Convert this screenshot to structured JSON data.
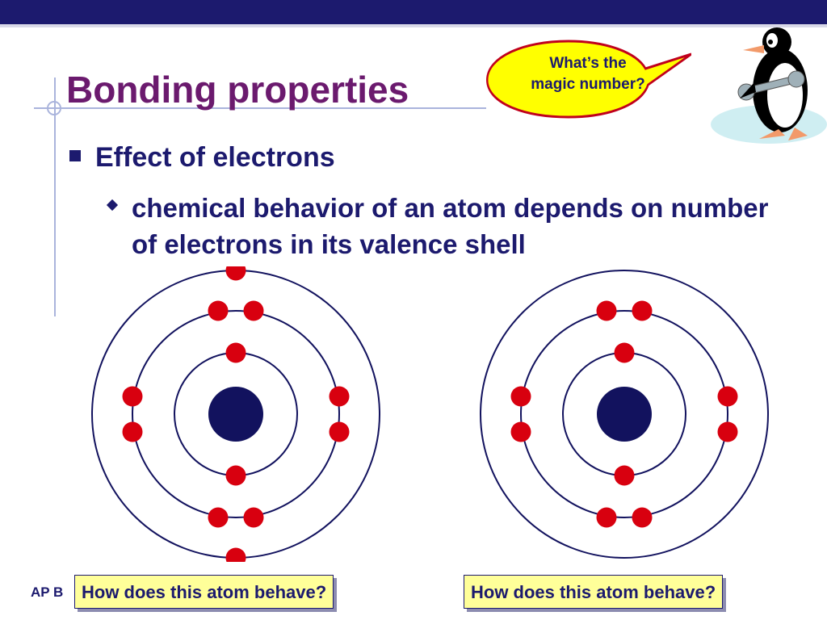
{
  "slide": {
    "title": "Bonding properties",
    "bullet_level1": "Effect of electrons",
    "bullet_level2": "chemical behavior of an atom depends on number of electrons in its valence shell",
    "speech_bubble": {
      "line1": "What’s the",
      "line2": "magic number?"
    },
    "footer": "AP B"
  },
  "atoms": [
    {
      "caption": "How does this atom behave?",
      "shell_electrons": [
        2,
        8,
        2
      ]
    },
    {
      "caption": "How does this atom behave?",
      "shell_electrons": [
        2,
        8,
        0
      ]
    }
  ],
  "colors": {
    "title": "#6b1a6e",
    "text": "#1c1a6e",
    "electron": "#d8000f",
    "nucleus": "#12125e",
    "caption_bg": "#ffff99",
    "bubble_fill": "#ffff00",
    "bubble_border": "#c0001c"
  },
  "icons": {
    "mascot": "penguin-with-wrench-icon",
    "bullet1": "square-bullet-icon",
    "bullet2": "diamond-bullet-icon"
  }
}
